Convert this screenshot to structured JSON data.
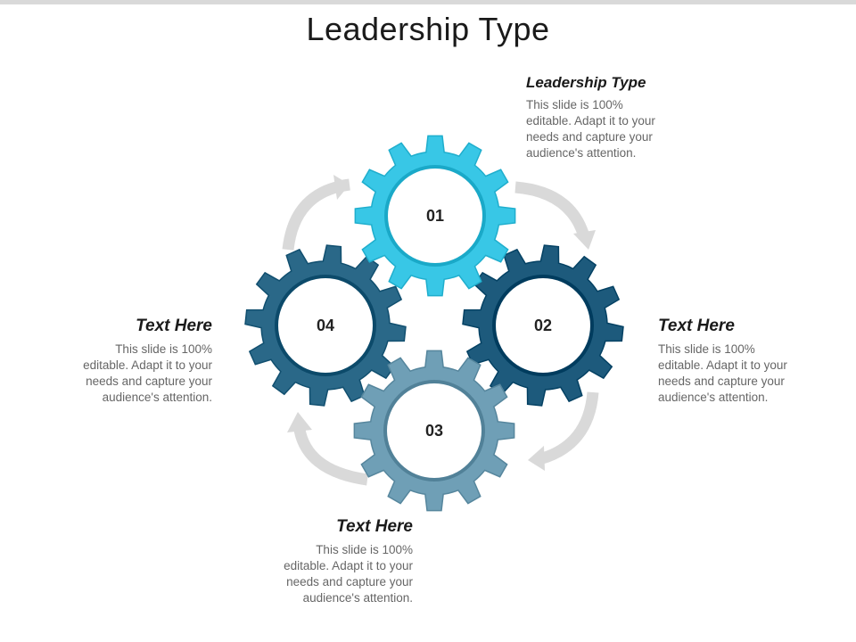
{
  "title": "Leadership Type",
  "colors": {
    "gear_01": "#38c7e6",
    "gear_02": "#1d5a7c",
    "gear_03": "#6f9fb6",
    "gear_04": "#2a6888",
    "arrow": "#d9d9d9",
    "heading": "#1a1a1a",
    "body_text": "#666666"
  },
  "gears": [
    {
      "label": "01",
      "color": "#38c7e6"
    },
    {
      "label": "02",
      "color": "#1d5a7c"
    },
    {
      "label": "03",
      "color": "#6f9fb6"
    },
    {
      "label": "04",
      "color": "#2a6888"
    }
  ],
  "blocks": [
    {
      "heading": "Leadership Type",
      "body": "This slide is 100% editable. Adapt it to your needs and capture your audience's attention."
    },
    {
      "heading": "Text Here",
      "body": "This slide is 100% editable. Adapt it to your needs and capture your audience's attention."
    },
    {
      "heading": "Text Here",
      "body": "This slide is 100% editable. Adapt it to your needs and capture your audience's attention."
    },
    {
      "heading": "Text Here",
      "body": "This slide is 100% editable. Adapt it to your needs and capture your audience's attention."
    }
  ]
}
